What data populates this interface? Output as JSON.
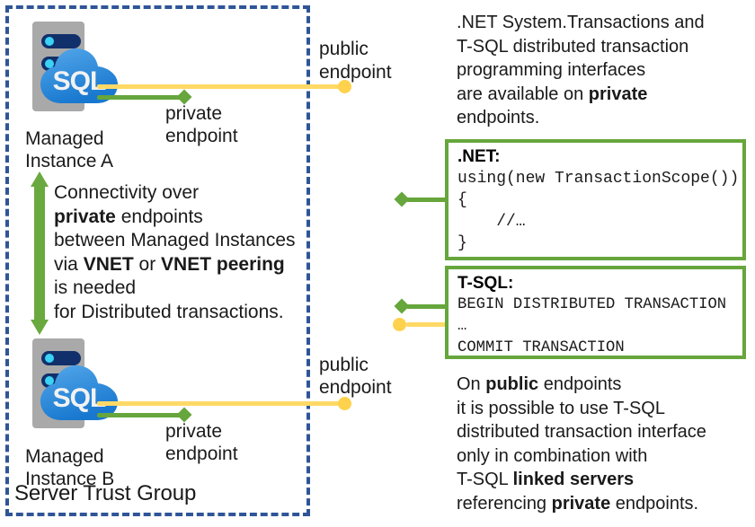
{
  "diagram": {
    "title": "Managed Instance distributed transactions over private and public endpoints",
    "colors": {
      "trust_border": "#2f5597",
      "private_green": "#66a63c",
      "public_yellow": "#ffd966",
      "server_gray": "#a9a9a9",
      "server_bar_navy": "#11306b",
      "server_dot_cyan": "#3ad2f5",
      "cloud_blue": "#3a8fe0"
    }
  },
  "trust_group": {
    "label": "Server Trust Group"
  },
  "instances": [
    {
      "id": "a",
      "icon_text": "SQL",
      "caption_line1": "Managed",
      "caption_line2": "Instance A",
      "private_endpoint_label_line1": "private",
      "private_endpoint_label_line2": "endpoint",
      "public_endpoint_label_line1": "public",
      "public_endpoint_label_line2": "endpoint"
    },
    {
      "id": "b",
      "icon_text": "SQL",
      "caption_line1": "Managed",
      "caption_line2": "Instance B",
      "private_endpoint_label_line1": "private",
      "private_endpoint_label_line2": "endpoint",
      "public_endpoint_label_line1": "public",
      "public_endpoint_label_line2": "endpoint"
    }
  ],
  "connectivity_note": {
    "line1_plain": "Connectivity over",
    "line2_bold": "private",
    "line2_plain": " endpoints",
    "line3_plain": "between Managed Instances",
    "line4_plain_a": "via ",
    "line4_bold_a": "VNET",
    "line4_plain_b": " or ",
    "line4_bold_b": "VNET peering",
    "line5_plain": "is needed",
    "line6_plain": "for Distributed transactions."
  },
  "top_note": {
    "line1": ".NET System.Transactions and",
    "line2": "T-SQL distributed transaction",
    "line3": "programming interfaces",
    "line4_plain": "are available on ",
    "line4_bold": "private",
    "line5": "endpoints."
  },
  "net_box": {
    "header": ".NET:",
    "code": "using(new TransactionScope())\n{\n    //…\n}"
  },
  "tsql_box": {
    "header": "T-SQL:",
    "code": "BEGIN DISTRIBUTED TRANSACTION\n…\nCOMMIT TRANSACTION"
  },
  "bottom_note": {
    "line1_plain_a": "On ",
    "line1_bold": "public",
    "line1_plain_b": " endpoints",
    "line2": "it is possible to use T-SQL",
    "line3": "distributed transaction interface",
    "line4": "only in combination with",
    "line5_plain": "T-SQL ",
    "line5_bold": "linked servers",
    "line6_plain_a": "referencing ",
    "line6_bold": "private",
    "line6_plain_b": " endpoints."
  }
}
